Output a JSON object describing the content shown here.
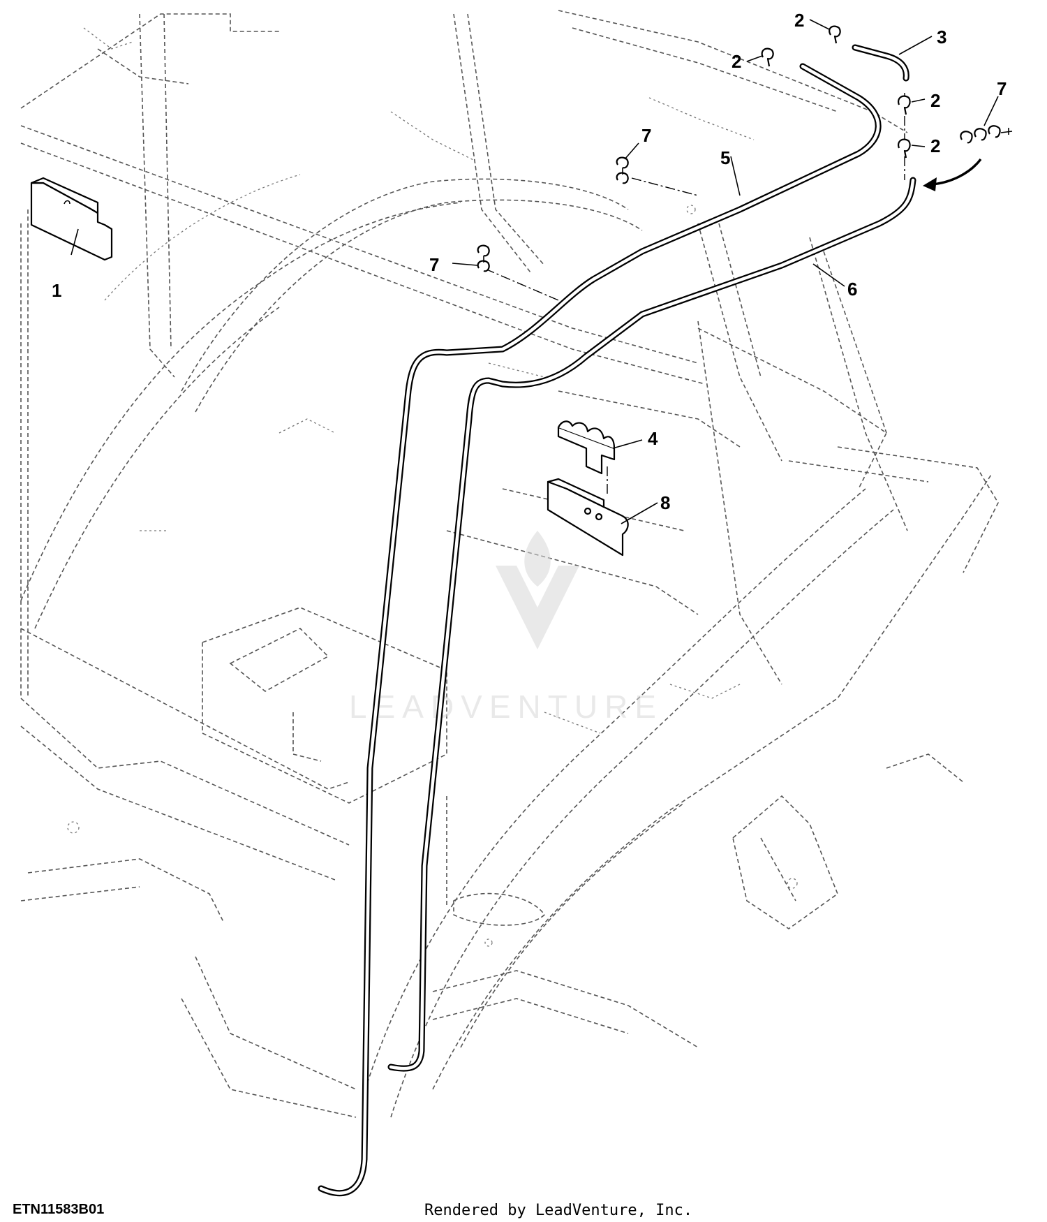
{
  "callouts": {
    "c1": "1",
    "c2a": "2",
    "c2b": "2",
    "c2c": "2",
    "c2d": "2",
    "c3": "3",
    "c4": "4",
    "c5": "5",
    "c6": "6",
    "c7a": "7",
    "c7b": "7",
    "c7c": "7",
    "c8": "8"
  },
  "figure_code": "ETN11583B01",
  "credit": "Rendered by LeadVenture, Inc.",
  "watermark": "LEADVENTURE",
  "colors": {
    "ink": "#000000",
    "phantom": "#555555",
    "watermark": "#d8d8d8"
  }
}
